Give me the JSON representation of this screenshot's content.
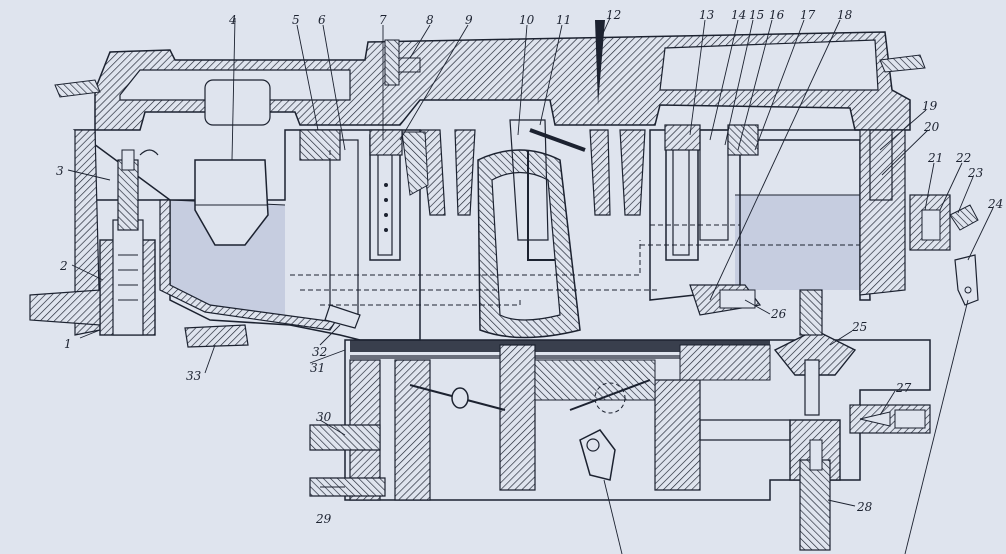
{
  "figure": {
    "background": "#dfe4ee",
    "ink": "#1c2230",
    "fuel": "#c6cde0",
    "labels": [
      "1",
      "2",
      "3",
      "4",
      "5",
      "6",
      "7",
      "8",
      "9",
      "10",
      "11",
      "12",
      "13",
      "14",
      "15",
      "16",
      "17",
      "18",
      "19",
      "20",
      "21",
      "22",
      "23",
      "24",
      "25",
      "26",
      "27",
      "28",
      "29",
      "30",
      "31",
      "32",
      "33"
    ]
  }
}
